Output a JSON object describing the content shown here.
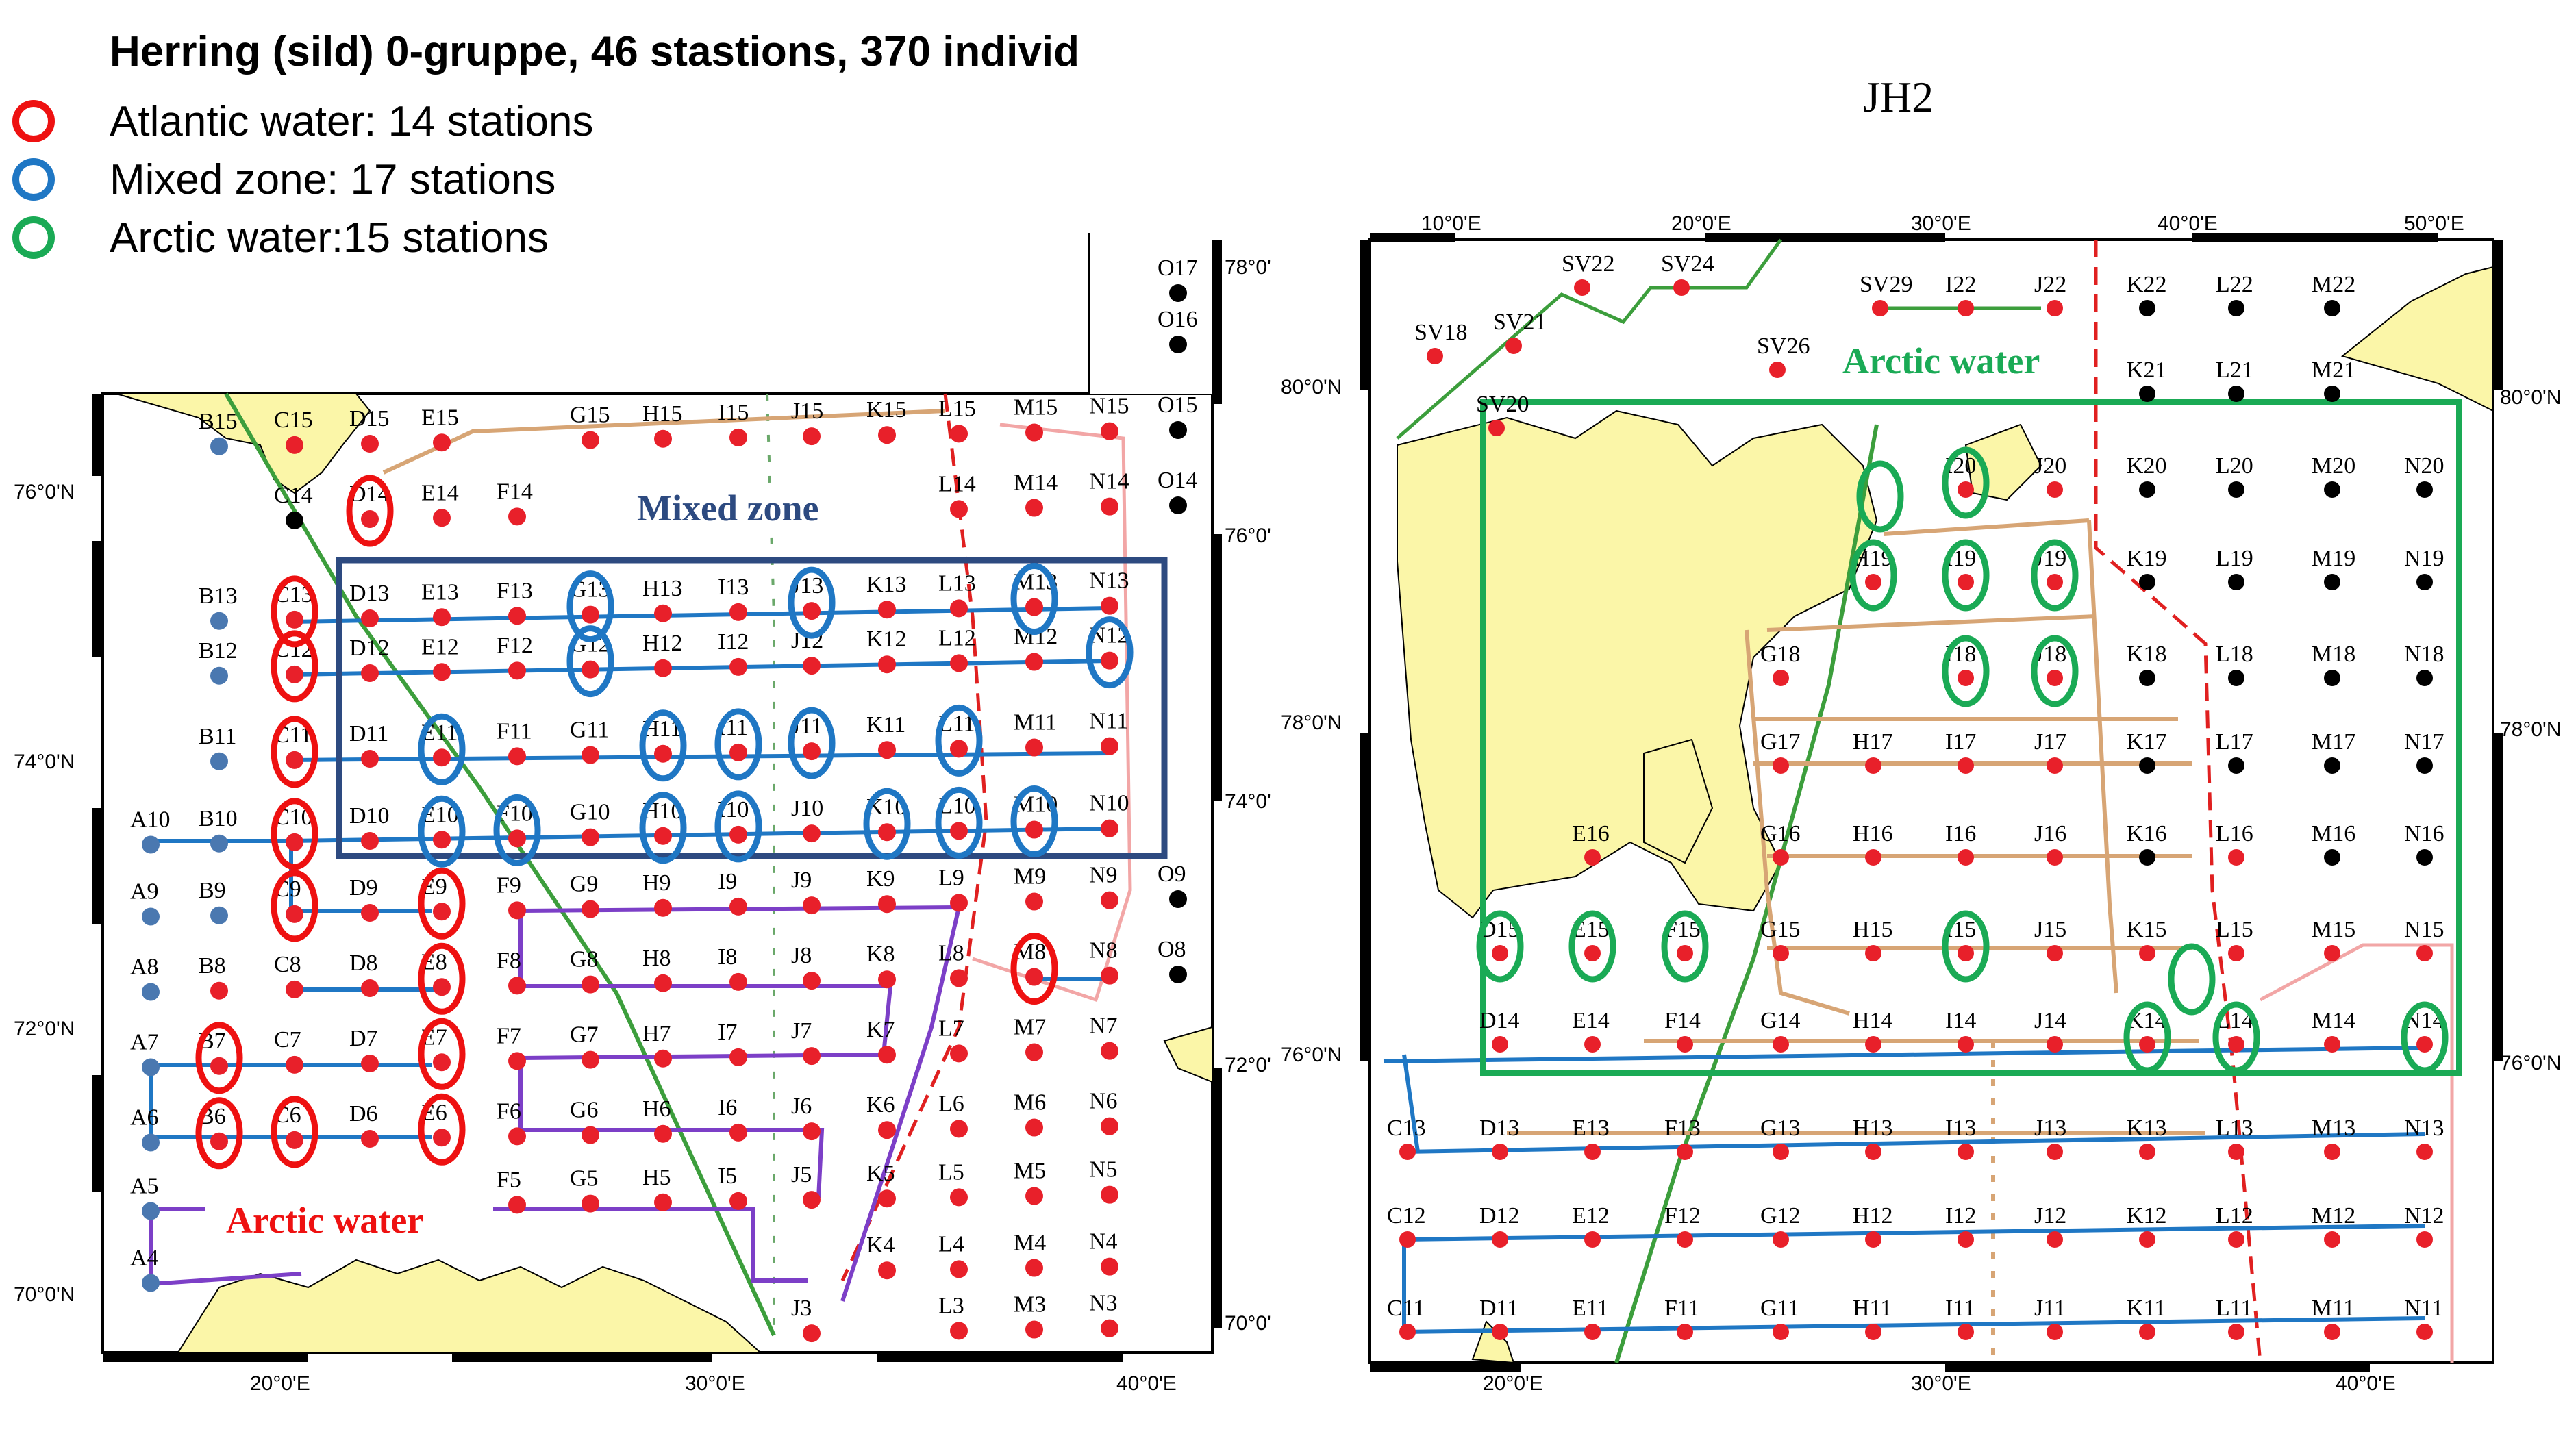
{
  "legend": {
    "title": "Herring (sild) 0-gruppe, 46 stastions, 370 individ",
    "items": [
      {
        "label": "Atlantic water: 14 stations",
        "color": "#ee1111"
      },
      {
        "label": "Mixed zone: 17 stations",
        "color": "#1f77c4"
      },
      {
        "label": "Arctic water:15 stations",
        "color": "#1aaa55"
      }
    ]
  },
  "right_map_title": "JH2",
  "left_map": {
    "annotations": {
      "mixed_zone": "Mixed zone",
      "arctic_water": "Arctic water"
    },
    "lon_ticks": [
      "20°0'E",
      "30°0'E",
      "40°0'E"
    ],
    "lat_ticks_left": [
      "76°0'N",
      "74°0'N",
      "72°0'N",
      "70°0'N"
    ],
    "lat_ticks_right": [
      "78°0'",
      "76°0'",
      "74°0'",
      "72°0'",
      "70°0'"
    ],
    "colors": {
      "station": "#e8202a",
      "outside_station": "#4a78b0",
      "atlantic": "#ee1111",
      "mixed": "#1f77c4",
      "arctic": "#1aaa55",
      "box": "#2d4a80",
      "land": "#fbf6a8"
    },
    "stations_red": [
      "C13",
      "D13",
      "E13",
      "F13",
      "G13",
      "H13",
      "I13",
      "J13",
      "K13",
      "L13",
      "M13",
      "N13",
      "C12",
      "D12",
      "E12",
      "F12",
      "G12",
      "H12",
      "I12",
      "J12",
      "K12",
      "L12",
      "M12",
      "N12",
      "C11",
      "D11",
      "E11",
      "F11",
      "G11",
      "H11",
      "I11",
      "J11",
      "K11",
      "L11",
      "M11",
      "N11",
      "C10",
      "D10",
      "E10",
      "F10",
      "G10",
      "H10",
      "I10",
      "J10",
      "K10",
      "L10",
      "M10",
      "N10",
      "C9",
      "D9",
      "E9",
      "F9",
      "G9",
      "H9",
      "I9",
      "J9",
      "K9",
      "L9",
      "M9",
      "N9",
      "B8",
      "C8",
      "D8",
      "E8",
      "F8",
      "G8",
      "H8",
      "I8",
      "J8",
      "K8",
      "L8",
      "M8",
      "N8",
      "B7",
      "C7",
      "D7",
      "E7",
      "F7",
      "G7",
      "H7",
      "I7",
      "J7",
      "K7",
      "L7",
      "M7",
      "N7",
      "B6",
      "C6",
      "D6",
      "E6",
      "F6",
      "G6",
      "H6",
      "I6",
      "J6",
      "K6",
      "L6",
      "M6",
      "N6",
      "D14",
      "E14",
      "F14",
      "L14",
      "M14",
      "N14"
    ],
    "labels_extra": [
      "O17",
      "O16",
      "O15",
      "O14",
      "O9",
      "O8",
      "B15",
      "C15",
      "D15",
      "E15",
      "G15",
      "H15",
      "I15",
      "J15",
      "K15",
      "L15",
      "M15",
      "N15",
      "B13",
      "B12",
      "B11",
      "B10",
      "A10",
      "A9",
      "A8",
      "A7",
      "A6",
      "A5",
      "A4",
      "B9",
      "C14",
      "F5",
      "G5",
      "H5",
      "I5",
      "J5",
      "K5",
      "L5",
      "M5",
      "N5",
      "K4",
      "L4",
      "M4",
      "N4",
      "J3",
      "L3",
      "M3",
      "N3"
    ],
    "circled_atlantic": [
      "D14",
      "C13",
      "C12",
      "C11",
      "C10",
      "C9",
      "E9",
      "E8",
      "E7",
      "E6",
      "B7",
      "B6",
      "C6",
      "M8"
    ],
    "circled_mixed": [
      "G13",
      "J13",
      "M13",
      "N12",
      "G12",
      "E11",
      "H11",
      "I11",
      "J11",
      "L11",
      "E10",
      "F10",
      "H10",
      "I10",
      "K10",
      "L10",
      "M10"
    ]
  },
  "right_map": {
    "annotations": {
      "arctic_water": "Arctic water"
    },
    "lon_ticks_top": [
      "10°0'E",
      "20°0'E",
      "30°0'E",
      "40°0'E",
      "50°0'E"
    ],
    "lon_ticks_bottom": [
      "20°0'E",
      "30°0'E",
      "40°0'E"
    ],
    "lat_ticks_left": [
      "80°0'N",
      "78°0'N",
      "76°0'N"
    ],
    "lat_ticks_right": [
      "80°0'N",
      "78°0'N",
      "76°0'N"
    ],
    "circled_arctic": [
      "H19",
      "I19",
      "I20",
      "J19",
      "I18",
      "J18",
      "D15",
      "E15",
      "F15",
      "I15",
      "K14",
      "L14",
      "N14",
      "G20",
      "K15b"
    ],
    "labels": [
      "SV18",
      "SV21",
      "SV22",
      "SV24",
      "SV20",
      "SV26",
      "SV29",
      "I22",
      "J22",
      "K22",
      "L22",
      "M22",
      "K21",
      "L21",
      "M21",
      "K20",
      "L20",
      "M20",
      "N20",
      "I20",
      "J20",
      "K19",
      "L19",
      "M19",
      "N19",
      "H19",
      "I19",
      "J19",
      "G18",
      "I18",
      "J18",
      "K18",
      "L18",
      "M18",
      "N18",
      "G17",
      "H17",
      "I17",
      "J17",
      "K17",
      "L17",
      "M17",
      "N17",
      "G16",
      "H16",
      "I16",
      "J16",
      "K16",
      "L16",
      "M16",
      "N16",
      "E16",
      "D15",
      "E15",
      "F15",
      "G15",
      "H15",
      "I15",
      "J15",
      "K15",
      "L15",
      "M15",
      "N15",
      "D14",
      "E14",
      "F14",
      "G14",
      "H14",
      "I14",
      "J14",
      "K14",
      "L14",
      "M14",
      "N14",
      "C13",
      "D13",
      "E13",
      "F13",
      "G13",
      "H13",
      "I13",
      "J13",
      "K13",
      "L13",
      "M13",
      "N13",
      "C12",
      "D12",
      "E12",
      "F12",
      "G12",
      "H12",
      "I12",
      "J12",
      "K12",
      "L12",
      "M12",
      "N12",
      "C11",
      "D11",
      "E11",
      "F11",
      "G11",
      "H11",
      "I11",
      "J11",
      "K11",
      "L11",
      "M11",
      "N11"
    ]
  }
}
